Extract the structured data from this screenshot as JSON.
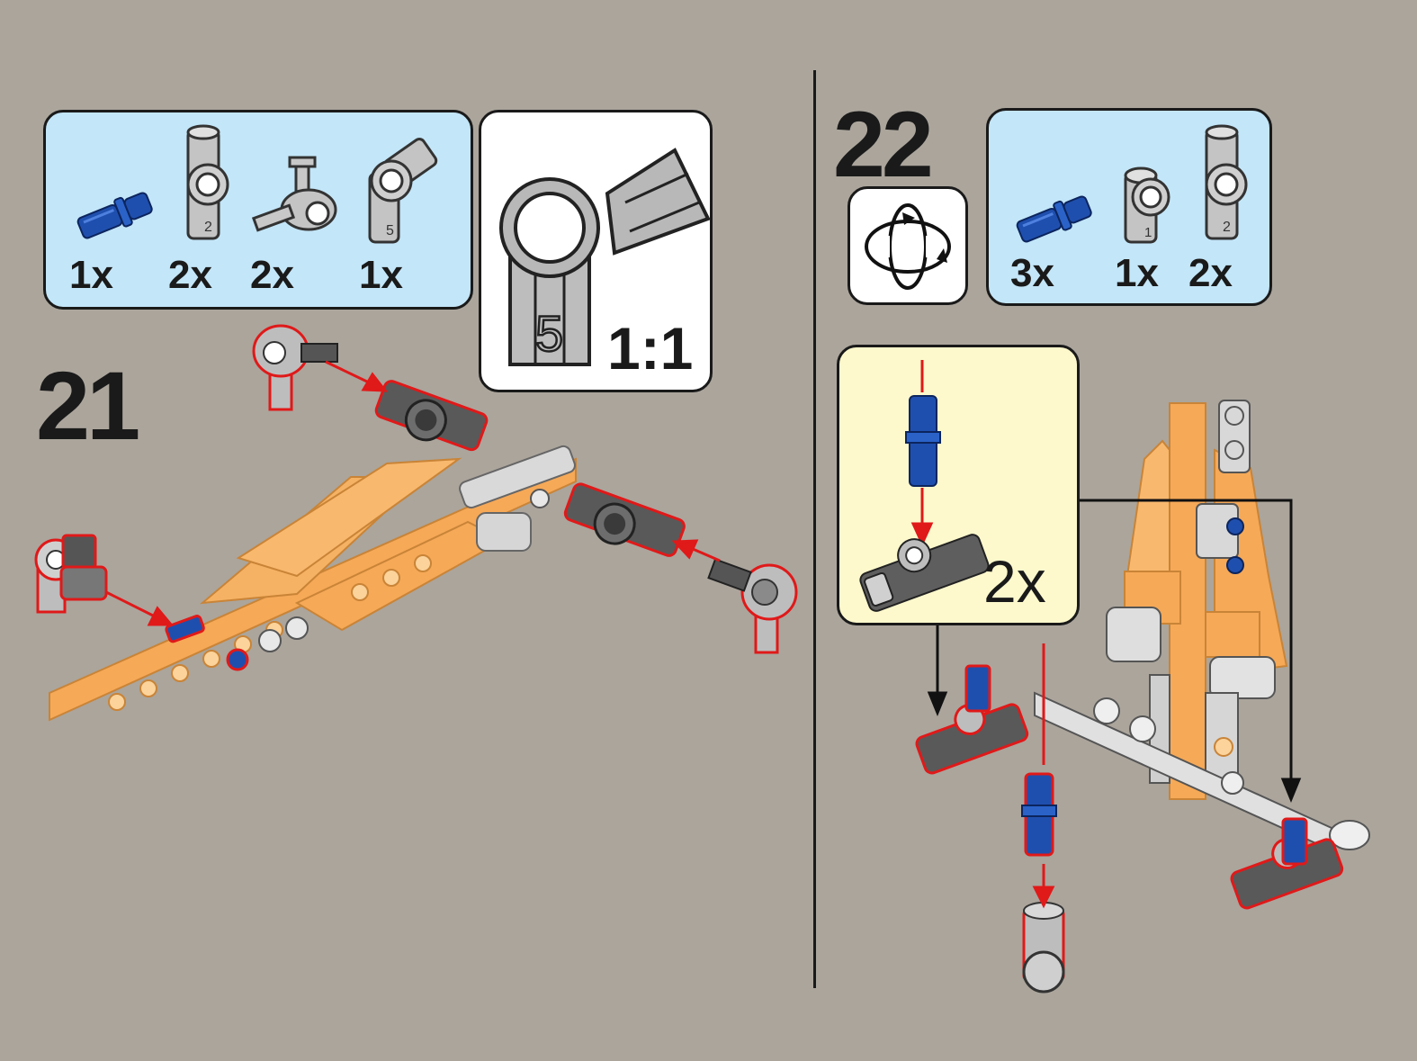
{
  "step21": {
    "number": "21",
    "parts": [
      {
        "icon": "blue-pin-icon",
        "qty": "1x"
      },
      {
        "icon": "gray-connector-2-icon",
        "qty": "2x"
      },
      {
        "icon": "gray-cross-connector-icon",
        "qty": "2x"
      },
      {
        "icon": "gray-angle-connector-5-icon",
        "qty": "1x"
      }
    ],
    "callout": {
      "icon": "angle-connector-5-detail-icon",
      "mark": "5",
      "scale": "1:1"
    }
  },
  "step22": {
    "number": "22",
    "rotate_icon": "rotate-model-icon",
    "parts": [
      {
        "icon": "blue-pin-icon",
        "qty": "3x"
      },
      {
        "icon": "gray-connector-1-icon",
        "qty": "1x"
      },
      {
        "icon": "gray-connector-2-icon",
        "qty": "2x"
      }
    ],
    "subassembly": {
      "multiplier": "2x"
    }
  },
  "colors": {
    "background": "#aba59c",
    "parts_panel": "#c3e6f8",
    "subassembly_panel": "#fdf9cc",
    "beam_orange": "#f6a957",
    "pin_blue": "#1f4fae",
    "connector_gray": "#bdbdbd",
    "arrow_red": "#e01919"
  }
}
